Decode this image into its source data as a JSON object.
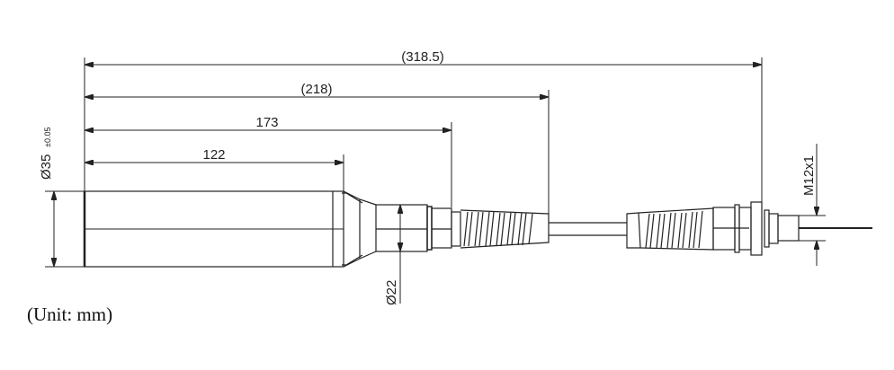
{
  "dimensions": {
    "overall": "(318.5)",
    "to_cable": "(218)",
    "to_spring": "173",
    "body": "122",
    "body_diameter": "Ø35",
    "body_diameter_tol": "±0.05",
    "neck_diameter": "Ø22",
    "thread": "M12x1"
  },
  "unit_label": "(Unit: mm)"
}
